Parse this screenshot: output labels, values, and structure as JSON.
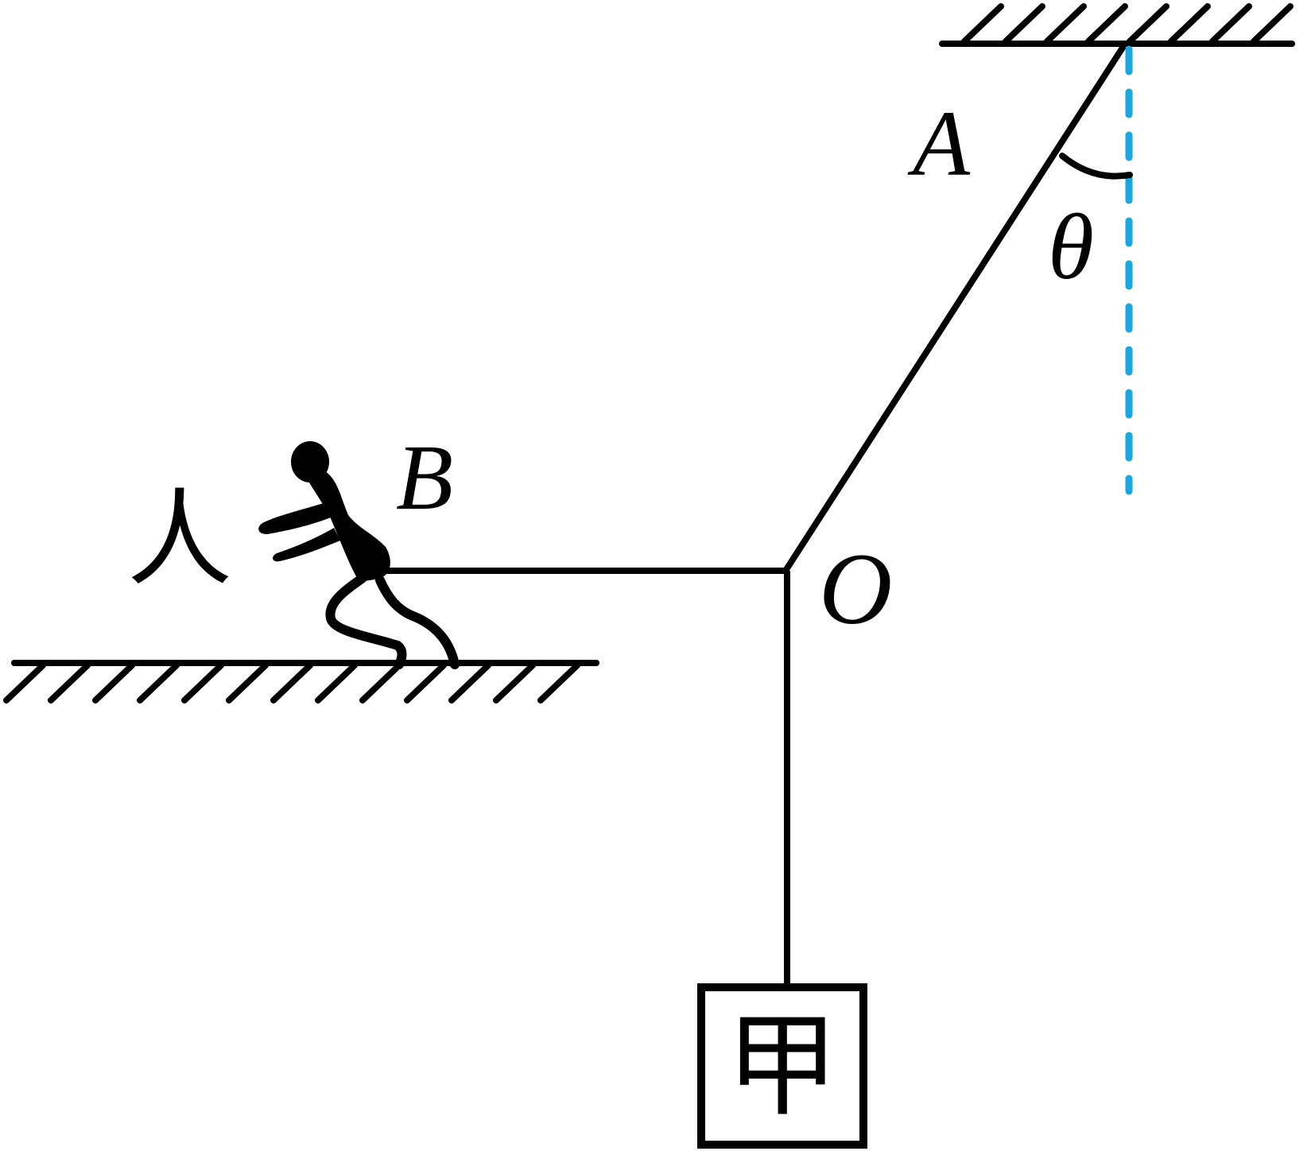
{
  "labels": {
    "point_a": "A",
    "point_b": "B",
    "point_o": "O",
    "angle": "θ",
    "person": "人",
    "block": "甲"
  },
  "colors": {
    "ink": "#000000",
    "vertical_reference": "#1aa7e0",
    "background": "#ffffff"
  }
}
